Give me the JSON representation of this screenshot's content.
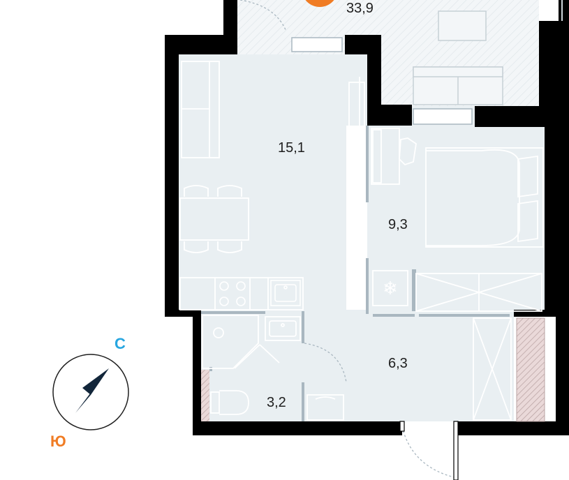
{
  "rooms": {
    "terrace_area": "33,9",
    "living_area": "15,1",
    "bedroom_area": "9,3",
    "hall_area": "6,3",
    "bathroom_area": "3,2"
  },
  "compass": {
    "north_label": "С",
    "south_label": "Ю"
  },
  "colors": {
    "wall": "#000000",
    "floor": "#e9eff2",
    "furniture_stroke": "#ffffff",
    "fixture_stroke": "#a9b7c0",
    "compass_north": "#27a6e0",
    "compass_south": "#f07c24",
    "badge": "#f07c24",
    "compass_needle": "#12263a",
    "terrace_hatch": "#dfe6ea"
  }
}
